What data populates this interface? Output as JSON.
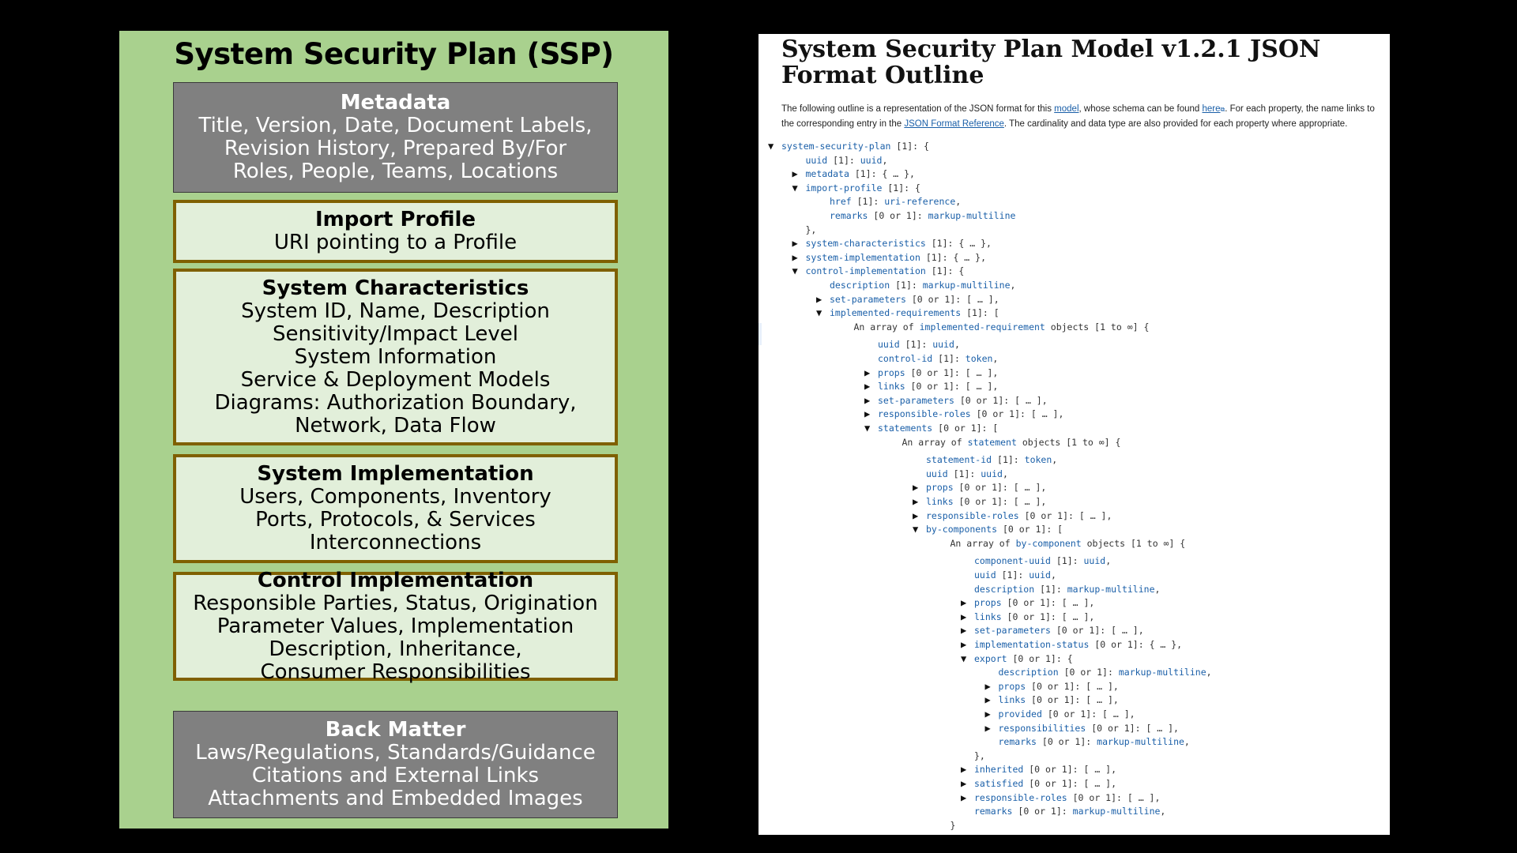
{
  "diagram": {
    "title": "System Security Plan (SSP)",
    "blocks": [
      {
        "id": "metadata",
        "style": "gray",
        "title": "Metadata",
        "lines": [
          "Title, Version, Date, Document Labels,",
          "Revision History, Prepared By/For",
          "Roles, People, Teams, Locations"
        ]
      },
      {
        "id": "import-profile",
        "style": "light",
        "title": "Import Profile",
        "lines": [
          "URI pointing to a Profile"
        ]
      },
      {
        "id": "system-characteristics",
        "style": "light",
        "title": "System Characteristics",
        "lines": [
          "System ID, Name, Description",
          "Sensitivity/Impact Level",
          "System Information",
          "Service & Deployment Models",
          "Diagrams: Authorization Boundary,",
          "Network, Data Flow"
        ]
      },
      {
        "id": "system-implementation",
        "style": "light",
        "title": "System Implementation",
        "lines": [
          "Users, Components, Inventory",
          "Ports, Protocols, & Services",
          "Interconnections"
        ]
      },
      {
        "id": "control-implementation",
        "style": "light",
        "title": "Control Implementation",
        "lines": [
          "Responsible Parties, Status, Origination",
          "Parameter Values, Implementation",
          "Description, Inheritance,",
          "Consumer Responsibilities"
        ]
      },
      {
        "id": "back-matter",
        "style": "gray",
        "title": "Back Matter",
        "lines": [
          "Laws/Regulations, Standards/Guidance",
          "Citations and External Links",
          "Attachments and Embedded Images"
        ]
      }
    ],
    "colors": {
      "panel": "#a9d18e",
      "gray_block": "#808080",
      "light_block": "#e2efda",
      "border": "#7f6000"
    }
  },
  "document": {
    "title": "System Security Plan Model v1.2.1 JSON Format Outline",
    "intro": {
      "p1": "The following outline is a representation of the JSON format for this ",
      "link_model": "model",
      "p2": ", whose schema can be found ",
      "link_here": "here",
      "p3": ". For each property, the name links to the corresponding entry in the ",
      "link_ref": "JSON Format Reference",
      "p4": ". The cardinality and data type are also provided for each property where appropriate."
    },
    "outline": [
      {
        "i": 0,
        "tri": "down",
        "k": "system-security-plan",
        "r": " [1]: {"
      },
      {
        "i": 1,
        "k": "uuid",
        "r": " [1]: ",
        "t": "uuid",
        "e": ","
      },
      {
        "i": 1,
        "tri": "right",
        "k": "metadata",
        "r": " [1]: { … },"
      },
      {
        "i": 1,
        "tri": "down",
        "k": "import-profile",
        "r": " [1]: {"
      },
      {
        "i": 2,
        "k": "href",
        "r": " [1]: ",
        "t": "uri-reference",
        "e": ","
      },
      {
        "i": 2,
        "k": "remarks",
        "r": " [0 or 1]: ",
        "t": "markup-multiline"
      },
      {
        "i": 1,
        "r": "},"
      },
      {
        "i": 1,
        "tri": "right",
        "k": "system-characteristics",
        "r": " [1]: { … },"
      },
      {
        "i": 1,
        "tri": "right",
        "k": "system-implementation",
        "r": " [1]: { … },"
      },
      {
        "i": 1,
        "tri": "down",
        "k": "control-implementation",
        "r": " [1]: {"
      },
      {
        "i": 2,
        "k": "description",
        "r": " [1]: ",
        "t": "markup-multiline",
        "e": ","
      },
      {
        "i": 2,
        "tri": "right",
        "k": "set-parameters",
        "r": " [0 or 1]: [ … ],"
      },
      {
        "i": 2,
        "tri": "down",
        "k": "implemented-requirements",
        "r": " [1]: ["
      },
      {
        "i": 3,
        "p": "An array of ",
        "k": "implemented-requirement",
        "r": " objects [1 to ∞] {",
        "gap": 5
      },
      {
        "i": 4,
        "k": "uuid",
        "r": " [1]: ",
        "t": "uuid",
        "e": ","
      },
      {
        "i": 4,
        "k": "control-id",
        "r": " [1]: ",
        "t": "token",
        "e": ","
      },
      {
        "i": 4,
        "tri": "right",
        "k": "props",
        "r": " [0 or 1]: [ … ],"
      },
      {
        "i": 4,
        "tri": "right",
        "k": "links",
        "r": " [0 or 1]: [ … ],"
      },
      {
        "i": 4,
        "tri": "right",
        "k": "set-parameters",
        "r": " [0 or 1]: [ … ],"
      },
      {
        "i": 4,
        "tri": "right",
        "k": "responsible-roles",
        "r": " [0 or 1]: [ … ],"
      },
      {
        "i": 4,
        "tri": "down",
        "k": "statements",
        "r": " [0 or 1]: ["
      },
      {
        "i": 5,
        "p": "An array of ",
        "k": "statement",
        "r": " objects [1 to ∞] {",
        "gap": 5
      },
      {
        "i": 6,
        "k": "statement-id",
        "r": " [1]: ",
        "t": "token",
        "e": ","
      },
      {
        "i": 6,
        "k": "uuid",
        "r": " [1]: ",
        "t": "uuid",
        "e": ","
      },
      {
        "i": 6,
        "tri": "right",
        "k": "props",
        "r": " [0 or 1]: [ … ],"
      },
      {
        "i": 6,
        "tri": "right",
        "k": "links",
        "r": " [0 or 1]: [ … ],"
      },
      {
        "i": 6,
        "tri": "right",
        "k": "responsible-roles",
        "r": " [0 or 1]: [ … ],"
      },
      {
        "i": 6,
        "tri": "down",
        "k": "by-components",
        "r": " [0 or 1]: ["
      },
      {
        "i": 7,
        "p": "An array of ",
        "k": "by-component",
        "r": " objects [1 to ∞] {",
        "gap": 5
      },
      {
        "i": 8,
        "k": "component-uuid",
        "r": " [1]: ",
        "t": "uuid",
        "e": ","
      },
      {
        "i": 8,
        "k": "uuid",
        "r": " [1]: ",
        "t": "uuid",
        "e": ","
      },
      {
        "i": 8,
        "k": "description",
        "r": " [1]: ",
        "t": "markup-multiline",
        "e": ","
      },
      {
        "i": 8,
        "tri": "right",
        "k": "props",
        "r": " [0 or 1]: [ … ],"
      },
      {
        "i": 8,
        "tri": "right",
        "k": "links",
        "r": " [0 or 1]: [ … ],"
      },
      {
        "i": 8,
        "tri": "right",
        "k": "set-parameters",
        "r": " [0 or 1]: [ … ],"
      },
      {
        "i": 8,
        "tri": "right",
        "k": "implementation-status",
        "r": " [0 or 1]: { … },"
      },
      {
        "i": 8,
        "tri": "down",
        "k": "export",
        "r": " [0 or 1]: {"
      },
      {
        "i": 9,
        "k": "description",
        "r": " [0 or 1]: ",
        "t": "markup-multiline",
        "e": ","
      },
      {
        "i": 9,
        "tri": "right",
        "k": "props",
        "r": " [0 or 1]: [ … ],"
      },
      {
        "i": 9,
        "tri": "right",
        "k": "links",
        "r": " [0 or 1]: [ … ],"
      },
      {
        "i": 9,
        "tri": "right",
        "k": "provided",
        "r": " [0 or 1]: [ … ],"
      },
      {
        "i": 9,
        "tri": "right",
        "k": "responsibilities",
        "r": " [0 or 1]: [ … ],"
      },
      {
        "i": 9,
        "k": "remarks",
        "r": " [0 or 1]: ",
        "t": "markup-multiline",
        "e": ","
      },
      {
        "i": 8,
        "r": "},"
      },
      {
        "i": 8,
        "tri": "right",
        "k": "inherited",
        "r": " [0 or 1]: [ … ],"
      },
      {
        "i": 8,
        "tri": "right",
        "k": "satisfied",
        "r": " [0 or 1]: [ … ],"
      },
      {
        "i": 8,
        "tri": "right",
        "k": "responsible-roles",
        "r": " [0 or 1]: [ … ],"
      },
      {
        "i": 8,
        "k": "remarks",
        "r": " [0 or 1]: ",
        "t": "markup-multiline",
        "e": ","
      },
      {
        "i": 7,
        "r": "}"
      }
    ],
    "colors": {
      "link": "#1a5fa8",
      "text": "#333333"
    }
  }
}
